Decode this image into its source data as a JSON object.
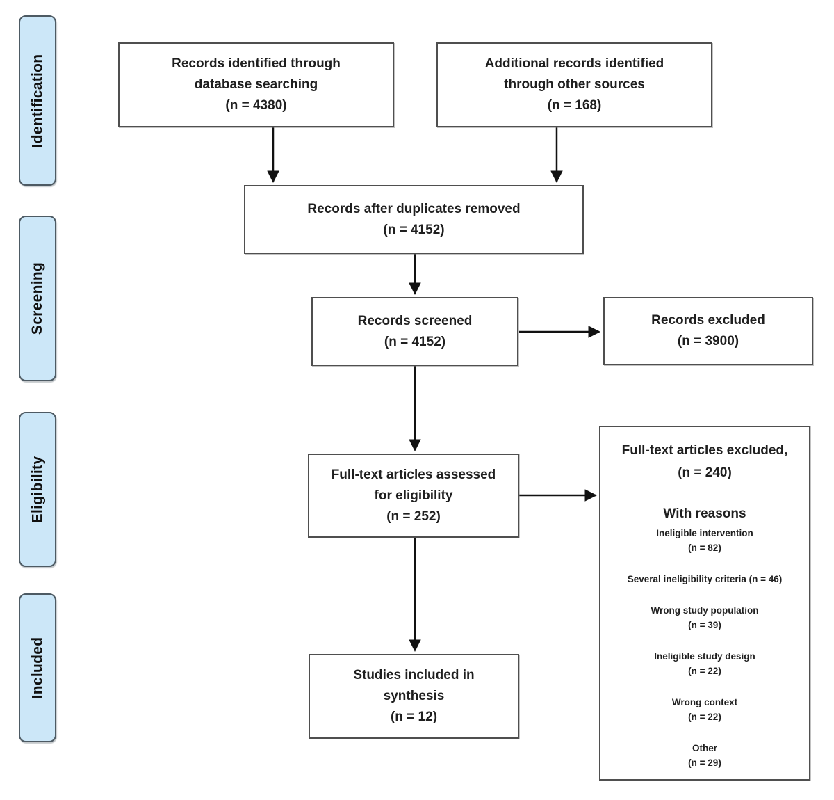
{
  "colors": {
    "stage_fill": "#cce7f8",
    "stage_border": "#4d5a63",
    "box_border": "#4f4f4f",
    "arrow": "#111111",
    "text": "#1f1f1f",
    "background": "#ffffff"
  },
  "stages": [
    {
      "label": "Identification"
    },
    {
      "label": "Screening"
    },
    {
      "label": "Eligibility"
    },
    {
      "label": "Included"
    }
  ],
  "boxes": {
    "records_identified": {
      "line1": "Records identified through",
      "line2": "database searching",
      "line3": "(n = 4380)"
    },
    "additional_records": {
      "line1": "Additional records identified",
      "line2": "through other sources",
      "line3": "(n = 168)"
    },
    "duplicates_removed": {
      "line1": "Records after duplicates removed",
      "line2": "(n = 4152)"
    },
    "records_screened": {
      "line1": "Records screened",
      "line2": "(n = 4152)"
    },
    "records_excluded": {
      "line1": "Records excluded",
      "line2": "(n = 3900)"
    },
    "fulltext_assessed": {
      "line1": "Full-text articles assessed",
      "line2": "for eligibility",
      "line3": "(n = 252)"
    },
    "fulltext_excluded": {
      "title": "Full-text articles excluded,",
      "count": "(n = 240)",
      "subtitle": "With reasons",
      "reasons": [
        {
          "label": "Ineligible intervention",
          "count": "(n = 82)"
        },
        {
          "label": "Several ineligibility criteria (n = 46)"
        },
        {
          "label": "Wrong study population",
          "count": "(n = 39)"
        },
        {
          "label": "Ineligible study design",
          "count": "(n = 22)"
        },
        {
          "label": "Wrong context",
          "count": "(n = 22)"
        },
        {
          "label": "Other",
          "count": "(n = 29)"
        }
      ]
    },
    "studies_included": {
      "line1": "Studies included in",
      "line2": "synthesis",
      "line3": "(n = 12)"
    }
  }
}
